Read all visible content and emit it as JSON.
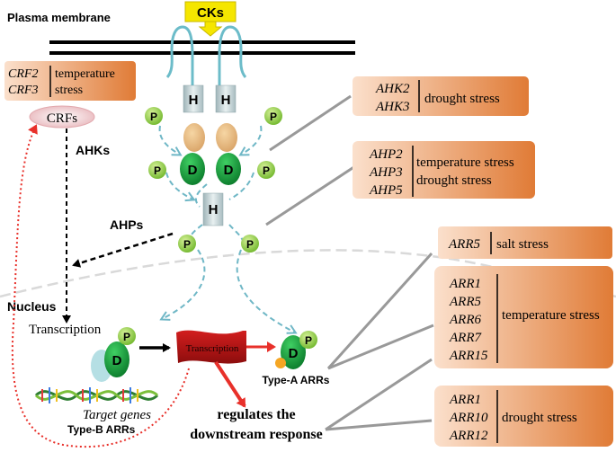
{
  "signal": {
    "label": "CKs",
    "color": "#f5e600"
  },
  "membrane": {
    "label": "Plasma membrane"
  },
  "nucleus": {
    "label": "Nucleus"
  },
  "crf_box": {
    "genes": [
      "CRF2",
      "CRF3"
    ],
    "stress_lines": [
      "temperature",
      "stress"
    ]
  },
  "crfs": {
    "label": "CRFs"
  },
  "ahks": {
    "label": "AHKs"
  },
  "ahps": {
    "label": "AHPs"
  },
  "transcription_left": {
    "label": "Transcription"
  },
  "transcription_banner": {
    "label": "Transcription"
  },
  "residues": {
    "h": "H",
    "d": "D",
    "p": "P"
  },
  "target_genes": {
    "label": "Target genes"
  },
  "type_b": {
    "label": "Type-B ARRs"
  },
  "type_a": {
    "label": "Type-A ARRs"
  },
  "regulates": {
    "line1": "regulates the",
    "line2": "downstream response"
  },
  "ahk_box": {
    "genes": [
      "AHK2",
      "AHK3"
    ],
    "stress": "drought stress"
  },
  "ahp_box": {
    "genes": [
      "AHP2",
      "AHP3",
      "AHP5"
    ],
    "stress_lines": [
      "temperature stress",
      "drought stress"
    ]
  },
  "arr_salt": {
    "genes": [
      "ARR5"
    ],
    "stress": "salt stress"
  },
  "arr_temp": {
    "genes": [
      "ARR1",
      "ARR5",
      "ARR6",
      "ARR7",
      "ARR15"
    ],
    "stress": "temperature stress"
  },
  "arr_drought": {
    "genes": [
      "ARR1",
      "ARR10",
      "ARR12"
    ],
    "stress": "drought stress"
  },
  "colors": {
    "box_light": "#fbd9bf",
    "box_dark": "#e07b36",
    "d_green": "#1a9a3a",
    "p_green": "#8ccf3a",
    "dashed_teal": "#6fb7c6",
    "red": "#e8302a"
  }
}
